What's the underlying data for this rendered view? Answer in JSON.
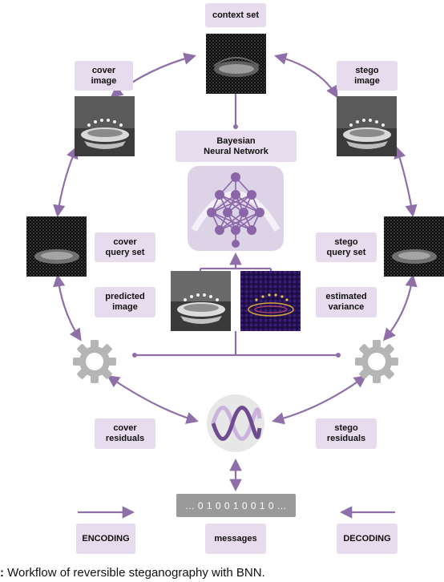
{
  "labels": {
    "context_set": "context set",
    "cover_image": "cover\nimage",
    "stego_image": "stego\nimage",
    "bnn": "Bayesian\nNeural Network",
    "cover_query_set": "cover\nquery set",
    "stego_query_set": "stego\nquery set",
    "predicted_image": "predicted\nimage",
    "estimated_variance": "estimated\nvariance",
    "cover_residuals": "cover\nresiduals",
    "stego_residuals": "stego\nresiduals",
    "messages_bits": "... 0 1 0 0 1 0 0 1 0 ...",
    "messages": "messages",
    "encoding": "ENCODING",
    "decoding": "DECODING"
  },
  "caption": {
    "prefix": ":",
    "text": " Workflow of reversible steganography with BNN."
  },
  "colors": {
    "accent": "#8f6fa8",
    "label_bg": "#e6dced",
    "gear": "#b5b5b5",
    "network_bg": "#ddd3e6",
    "network_node": "#8a66a8"
  },
  "icons": {
    "gear_left": "gear-icon",
    "gear_right": "gear-icon",
    "wave": "sine-wave-icon",
    "network": "neural-network-icon"
  }
}
